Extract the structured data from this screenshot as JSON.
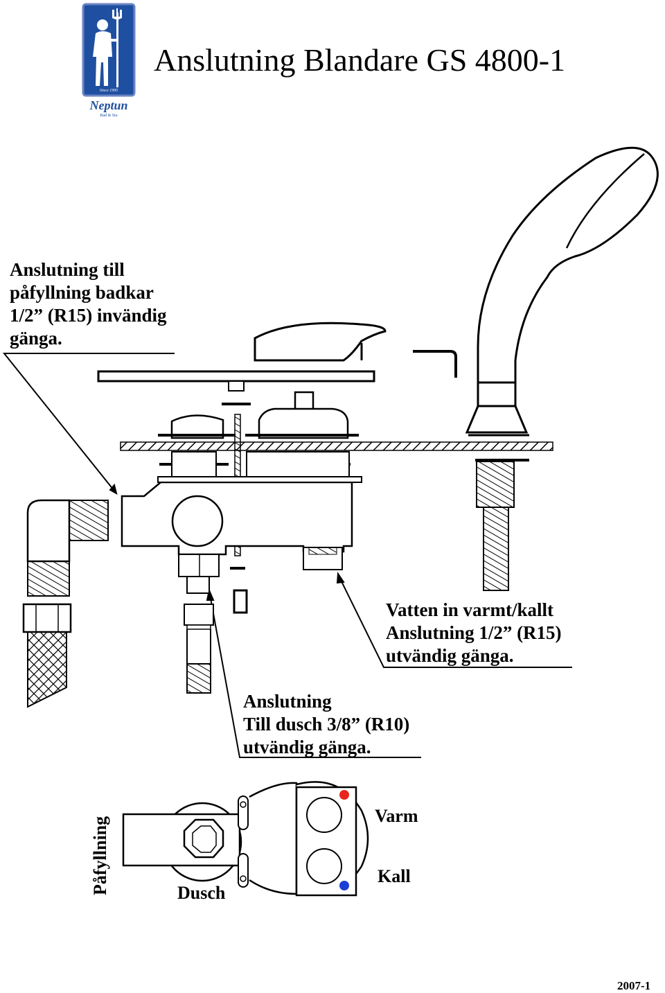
{
  "header": {
    "title": "Anslutning Blandare GS 4800-1",
    "logo": {
      "brand": "Neptun",
      "tagline": "Bad & Sta",
      "since": "Since 1995",
      "colors": {
        "badge": "#1f4fa0",
        "text": "#1f4fa0"
      }
    }
  },
  "callouts": {
    "fill": [
      "Anslutning till",
      "påfyllning badkar",
      "1/2” (R15) invändig",
      "gänga."
    ],
    "inlet": [
      "Vatten in varmt/kallt",
      "Anslutning 1/2” (R15)",
      "utvändig gänga."
    ],
    "shower": [
      "Anslutning",
      "Till dusch 3/8” (R10)",
      "utvändig gänga."
    ]
  },
  "top_view": {
    "labels": {
      "hot": "Varm",
      "cold": "Kall",
      "shower": "Dusch",
      "fill": "Påfyllning"
    },
    "colors": {
      "hot": "#e8261c",
      "cold": "#1b3fd6"
    }
  },
  "footer": {
    "doc_code": "2007-1"
  }
}
